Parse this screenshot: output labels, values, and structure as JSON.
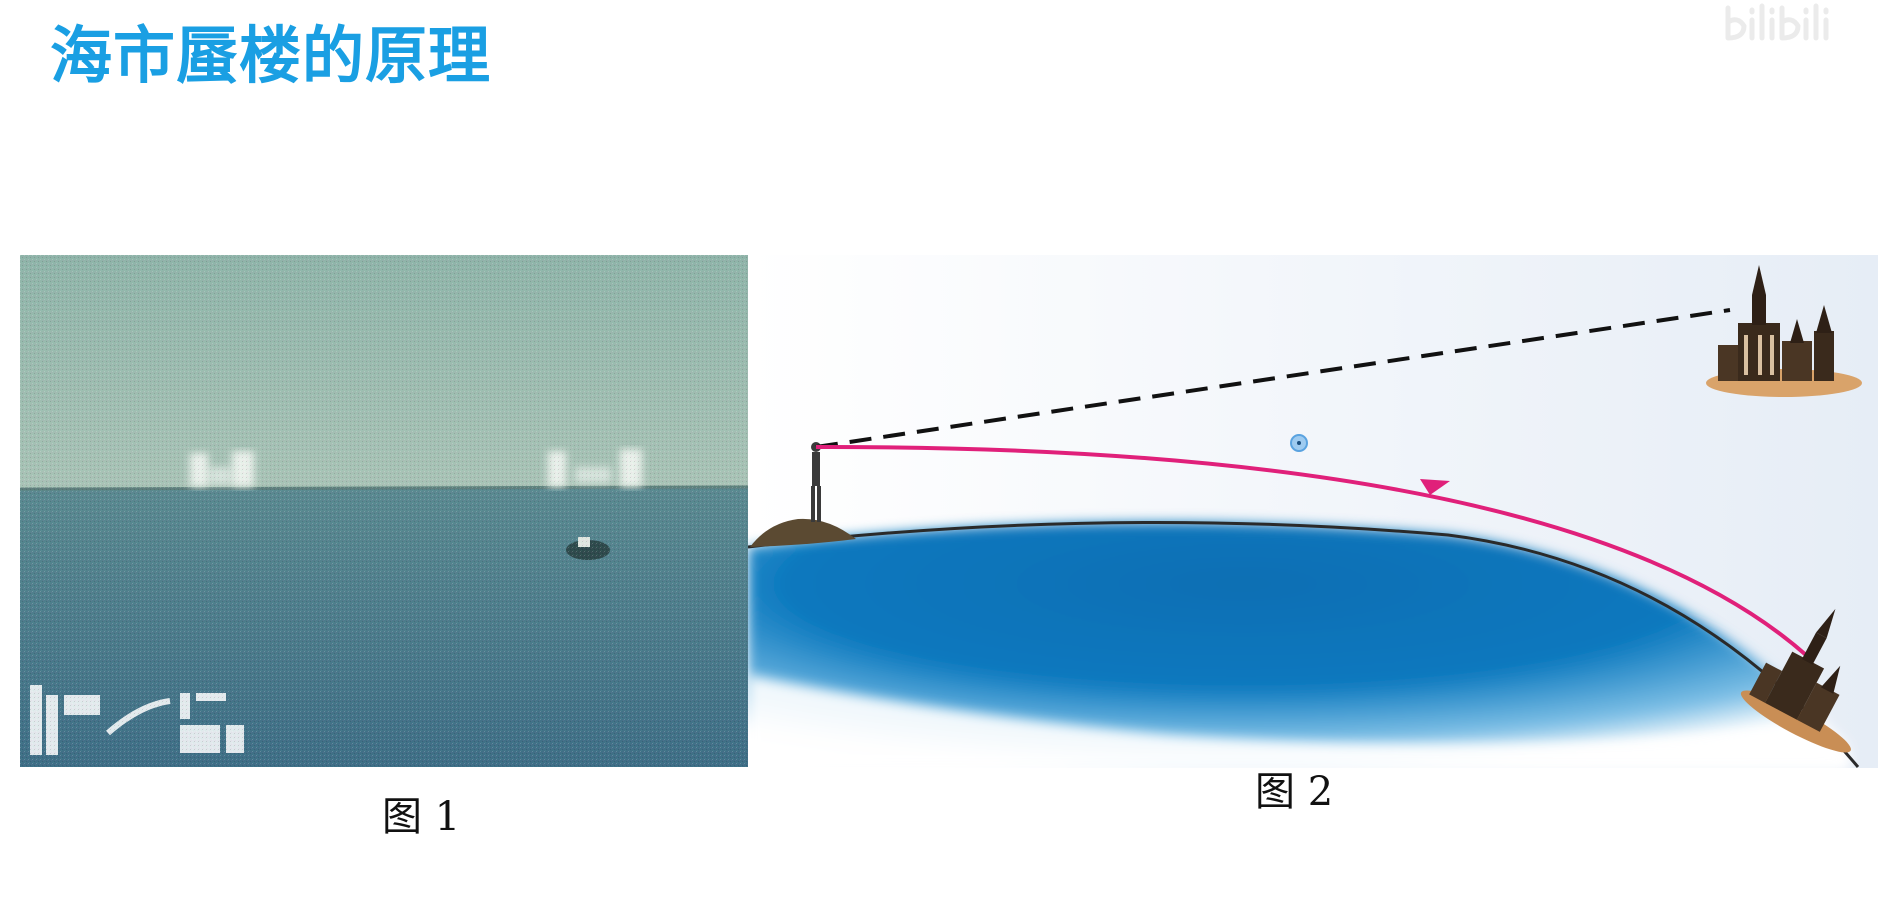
{
  "slide": {
    "title": "海市蜃楼的原理"
  },
  "watermark": {
    "logo": "bilibili-logo"
  },
  "figures": [
    {
      "id": "figure-1",
      "caption": "图 1",
      "overlay_logo": "tv-station-logo"
    },
    {
      "id": "figure-2",
      "caption": "图 2"
    }
  ],
  "colors": {
    "title": "#1a9fe3",
    "light_ray": "#e0207a",
    "sight_line": "#111111",
    "sea": "#0a6fb5"
  },
  "icons": {
    "cursor": "cursor-ring-icon"
  }
}
